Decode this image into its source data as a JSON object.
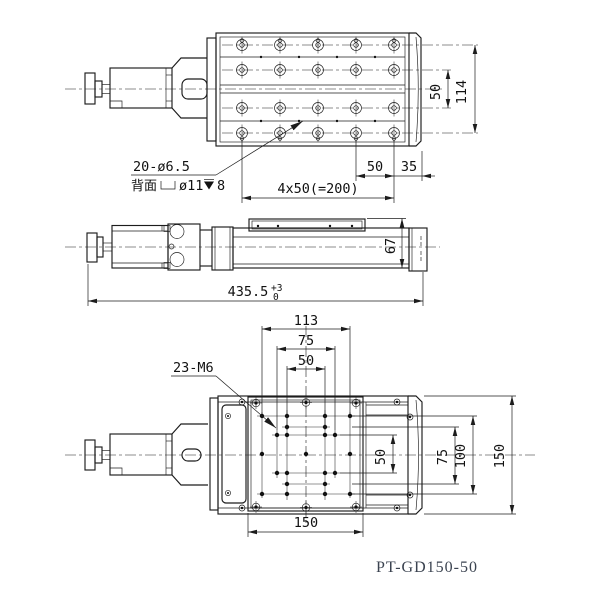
{
  "caption": "PT-GD150-50",
  "top_view": {
    "holes_label": "20-ø6.5",
    "back_prefix": "背面",
    "cbore_text": "ø11",
    "depth_text": "8",
    "pitch_label": "4x50(=200)",
    "col_dim": "50",
    "edge_dim": "35",
    "row_dim": "50",
    "height_dim": "114"
  },
  "side_view": {
    "length": "435.5",
    "tol_up": "+3",
    "tol_dn": "0",
    "height": "67"
  },
  "bottom_view": {
    "holes_label": "23-M6",
    "w113": "113",
    "w75": "75",
    "w50": "50",
    "h50": "50",
    "h75": "75",
    "h100": "100",
    "h150": "150",
    "width150": "150"
  }
}
